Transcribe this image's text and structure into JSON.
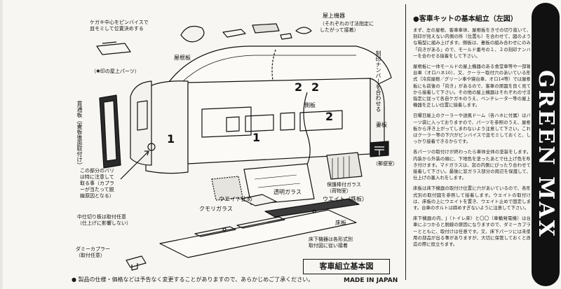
{
  "diagram": {
    "label_pin_vise": "ケガキ中心をピンバイスで\n皿モミして位置決めする",
    "label_roof_parts_note": "（✱印の屋上パーツ）",
    "label_roof_equipment": "屋上機器",
    "label_roof_equipment_note": "（それぞれの寸法指定に\nしたがって接着）",
    "label_roof_plate": "屋根板",
    "label_engraved_number": "刻印ナンバーを合わせる",
    "label_gangway": "貫通板（妻板後面取付け）",
    "label_side_plate": "側板",
    "label_end_plate": "妻板",
    "label_protective_glass": "保護棒付ガラス\n（荷物室）",
    "label_luggage_room": "（郵便室）",
    "label_burr_note": "この部分のバリ\nは特に注意して\n取る事（カプラ\nーが当たって脱\n線原因となる）",
    "label_middle_sill": "中仕切り板は取付任意\n（仕上げに影響しない）",
    "label_frosted_glass": "クモリガラス",
    "label_weight_stop": "ウエイト止め",
    "label_clear_glass": "透明ガラス",
    "label_weight": "ウエイト（鉄板）",
    "label_floor_plate": "床板",
    "label_underfloor": "床下機器は各形式別\n取付図に従い接着",
    "label_dummy_coupler": "ダミーカプラー\n（取付任意）",
    "marker_1a": "1",
    "marker_1b": "1",
    "marker_2a": "2",
    "marker_2b": "2",
    "marker_2c": "2",
    "title_box": "客車組立基本図"
  },
  "footnote": "● 製品の仕様・価格などは予告なく変更することがありますので、あらかじめご了承ください。",
  "made_in": "MADE IN JAPAN",
  "instructions": {
    "heading": "●客車キットの基本組立（左図）",
    "paragraphs": [
      "まず、左の屋根、客車車体、屋根板をき寸の切り抜いて、刻印が見えない内側の所（位置も）を合わせて、図のような箱型に組み上げます。側板は、妻板の組み合わせにのみ「向きがある」ので、モールド番号の１、２の刻印ナンバーを合わせる接着をして下さい。",
      "屋根板に一体モールドの屋上機器のある食堂車等や一部寝台車（オロハネ10）、又、クーラー取付穴のあいている形式（冷房屋根／グリーン車や寝台車、オロ14等）では屋根板にも前後の「向き」があるので、客車の原図を良く見てから接着して下さい。その他の屋上機器はそれぞれの寸法指定に従って各自ケガキのうえ、ベンチレーター等の屋上機器を正しい位置に接着します。",
      "日曜日屋上のクーラーや送風ドーム（各ハネに付属）はパーツ袋に入っておりますので、パーツを参照のうえ、屋根板から浮き上がってしまわないよう注意して下さい。これはクーラー等の下穴がピンバイスで皿モミしておくと、しっかり接着できるからです。",
      "各パーツの取付けが終わったら車体全体の塗装をします。内装から外装の順に、下地色を塗ったあとで仕上げ色を吹き付けます。マドガラスは、窓の内側にぴったり合わせて接着して下さい。最後に窓ガラス部分の周辺を保護して、仕上げの墨入れをします。",
      "床板は床下機器の取付け位置に穴があいているので、各形式別の取付図を参照して接着します。ウエイトの取付けは、床板の上にウエイトを置き、ウエイト止めで固定します。台車のボルトは締めすぎないように注意して下さい。",
      "床下機器の内、J（トイレ床）と〇〇（車輪発電機）は台車にぶつかると脱線の原因になりますので、ダミーカプラーとともに、取付けは任意です。又、床下パーツには未使用の部品が出る事がありますが、大切に保管しておくと改造の際に役立ちます。"
    ]
  },
  "brand": "GREEN MAX"
}
